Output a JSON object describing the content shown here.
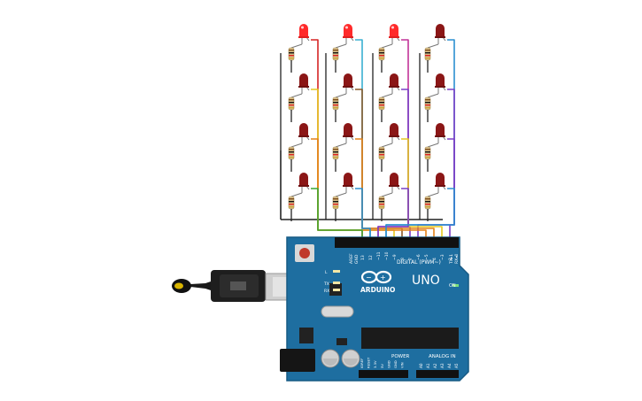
{
  "board": {
    "brand": "ARDUINO",
    "model": "UNO",
    "on_label": "ON",
    "digital_label": "DIGITAL (PWM~)",
    "power_label": "POWER",
    "analog_label": "ANALOG IN",
    "aref_label": "AREF",
    "gnd_label": "GND",
    "l_label": "L",
    "tx_label": "TX",
    "rx_label": "RX",
    "tx_pin_label": "TX▸1",
    "rx_pin_label": "RX◂0",
    "digital_pins": [
      "13",
      "12",
      "~11",
      "~10",
      "~9",
      "8",
      "7",
      "~6",
      "~5",
      "4",
      "~3",
      "2"
    ],
    "power_pins": [
      "IOREF",
      "RESET",
      "3.3V",
      "5V",
      "GND",
      "GND",
      "VIN"
    ],
    "analog_pins": [
      "A0",
      "A1",
      "A2",
      "A3",
      "A4",
      "A5"
    ]
  },
  "colors": {
    "board": "#1e6ea0",
    "led_off": "#8b1616",
    "led_on": "#ff2a2a",
    "wire_red": "#d52525",
    "wire_cyan": "#3ab0d2",
    "wire_magenta": "#c23398",
    "wire_blue": "#2b8fd0",
    "wire_orange": "#e3821a",
    "wire_yellow": "#e6c820",
    "wire_purple": "#7a3ec6",
    "wire_green": "#3aa832",
    "wire_brown": "#8a5a2a",
    "wire_black": "#222222"
  },
  "leds_on": [
    [
      true,
      true,
      true,
      false
    ],
    [
      false,
      false,
      false,
      false
    ],
    [
      false,
      false,
      false,
      false
    ],
    [
      false,
      false,
      false,
      false
    ]
  ]
}
